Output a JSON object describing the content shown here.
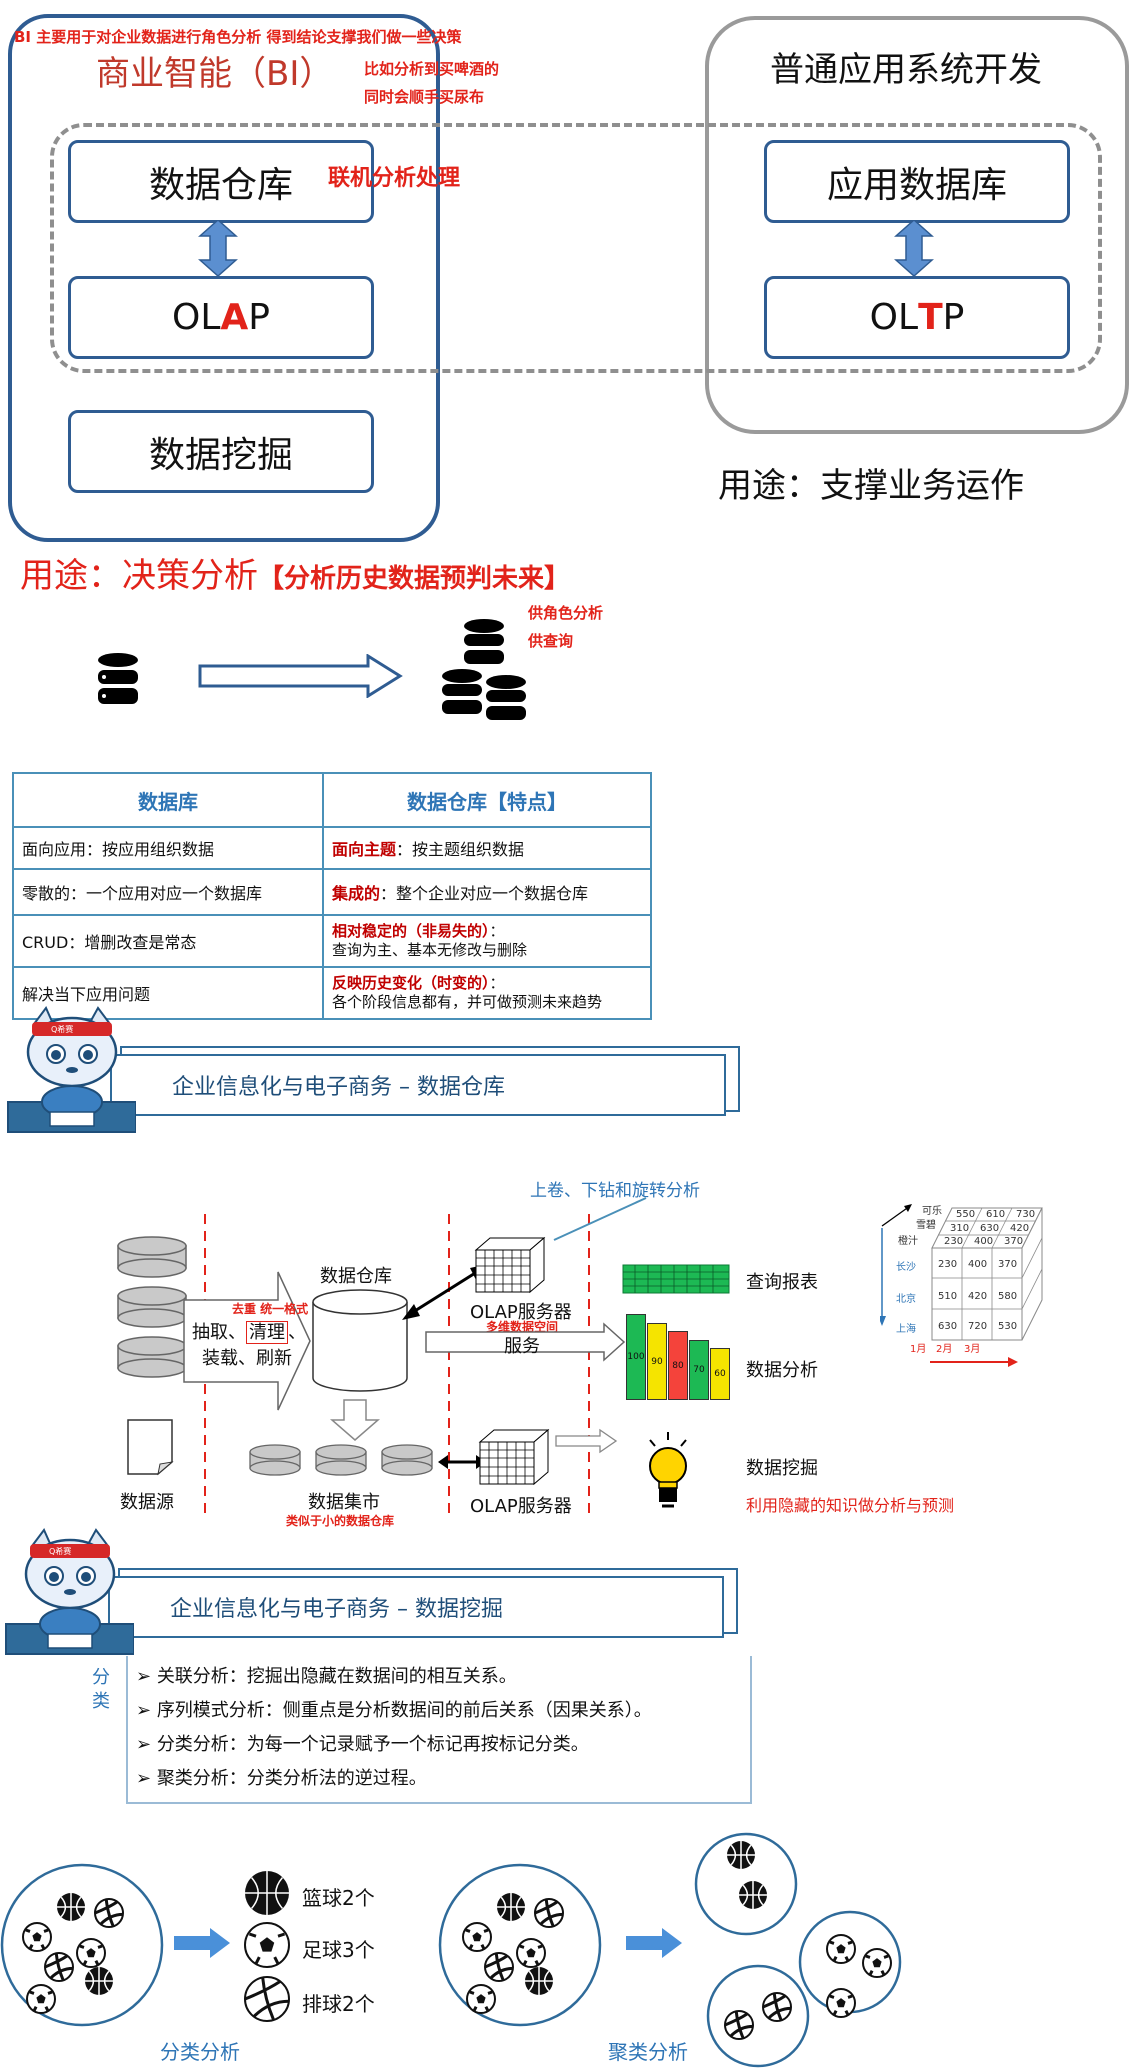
{
  "top": {
    "note_bi": "BI 主要用于对企业数据进行角色分析 得到结论支撑我们做一些决策",
    "bi_title": "商业智能（BI）",
    "beer_note_1": "比如分析到买啤酒的",
    "beer_note_2": "同时会顺手买尿布",
    "dw_box": "数据仓库",
    "olap_note": "联机分析处理",
    "olap_pre": "OL",
    "olap_mid": "A",
    "olap_post": "P",
    "dm_box": "数据挖掘",
    "app_title": "普通应用系统开发",
    "appdb_box": "应用数据库",
    "oltp_pre": "OL",
    "oltp_mid": "T",
    "oltp_post": "P",
    "app_use": "用途：支撑业务运作",
    "bi_use": "用途：决策分析",
    "bi_use_note": "【分析历史数据预判未来】"
  },
  "db_icons": {
    "note_1": "供角色分析",
    "note_2": "供查询"
  },
  "compare_table": {
    "headers": [
      "数据库",
      "数据仓库【特点】"
    ],
    "rows": [
      {
        "left": "面向应用：按应用组织数据",
        "right_key": "面向主题",
        "right_rest": "：按主题组织数据",
        "right_line2": ""
      },
      {
        "left": "零散的：一个应用对应一个数据库",
        "right_key": "集成的",
        "right_rest": "：整个企业对应一个数据仓库",
        "right_line2": ""
      },
      {
        "left": "CRUD：增删改查是常态",
        "right_key": "相对稳定的（非易失的）",
        "right_rest": "：",
        "right_line2": "查询为主、基本无修改与删除"
      },
      {
        "left": "解决当下应用问题",
        "right_key": "反映历史变化（时变的）",
        "right_rest": "：",
        "right_line2": "各个阶段信息都有，并可做预测未来趋势"
      }
    ]
  },
  "banner1": {
    "title": "企业信息化与电子商务 – 数据仓库",
    "cat_tag": "Q希赛"
  },
  "dw_arch": {
    "rollup_note": "上卷、下钻和旋转分析",
    "dw_label": "数据仓库",
    "clean_note": "去重 统一格式",
    "etl_1": "抽取、",
    "etl_clean": "清理",
    "etl_2": "、",
    "etl_3": "装载、刷新",
    "olap1": "OLAP服务器",
    "olap1_note": "多维数据空间",
    "service": "服务",
    "query_report": "查询报表",
    "data_analysis": "数据分析",
    "data_mining": "数据挖掘",
    "mining_note": "利用隐藏的知识做分析与预测",
    "datasource": "数据源",
    "datamart": "数据集市",
    "datamart_note": "类似于小的数据仓库",
    "olap2": "OLAP服务器",
    "bars": [
      100,
      90,
      80,
      70,
      60
    ],
    "bar_colors": [
      "#1db954",
      "#f5e400",
      "#f4433b",
      "#1db954",
      "#f5e400"
    ],
    "cube": {
      "products": [
        "可乐",
        "雪碧",
        "橙汁"
      ],
      "cities": [
        "长沙",
        "北京",
        "上海"
      ],
      "months": [
        "1月",
        "2月",
        "3月"
      ],
      "front": [
        [
          "230",
          "400",
          "370"
        ],
        [
          "510",
          "420",
          "580"
        ],
        [
          "630",
          "720",
          "530"
        ]
      ],
      "top_rows": [
        [
          "550",
          "610",
          "730"
        ],
        [
          "310",
          "630",
          "420"
        ],
        [
          "230",
          "400",
          "370"
        ]
      ]
    }
  },
  "banner2": {
    "title": "企业信息化与电子商务 – 数据挖掘",
    "cat_tag": "Q希赛"
  },
  "mining": {
    "side_label": "分类",
    "items": [
      "关联分析：挖掘出隐藏在数据间的相互关系。",
      "序列模式分析：侧重点是分析数据间的前后关系（因果关系）。",
      "分类分析：为每一个记录赋予一个标记再按标记分类。",
      "聚类分析：分类分析法的逆过程。"
    ]
  },
  "balls": {
    "basketball": "篮球2个",
    "football": "足球3个",
    "volleyball": "排球2个",
    "classify_label": "分类分析",
    "cluster_label": "聚类分析"
  }
}
